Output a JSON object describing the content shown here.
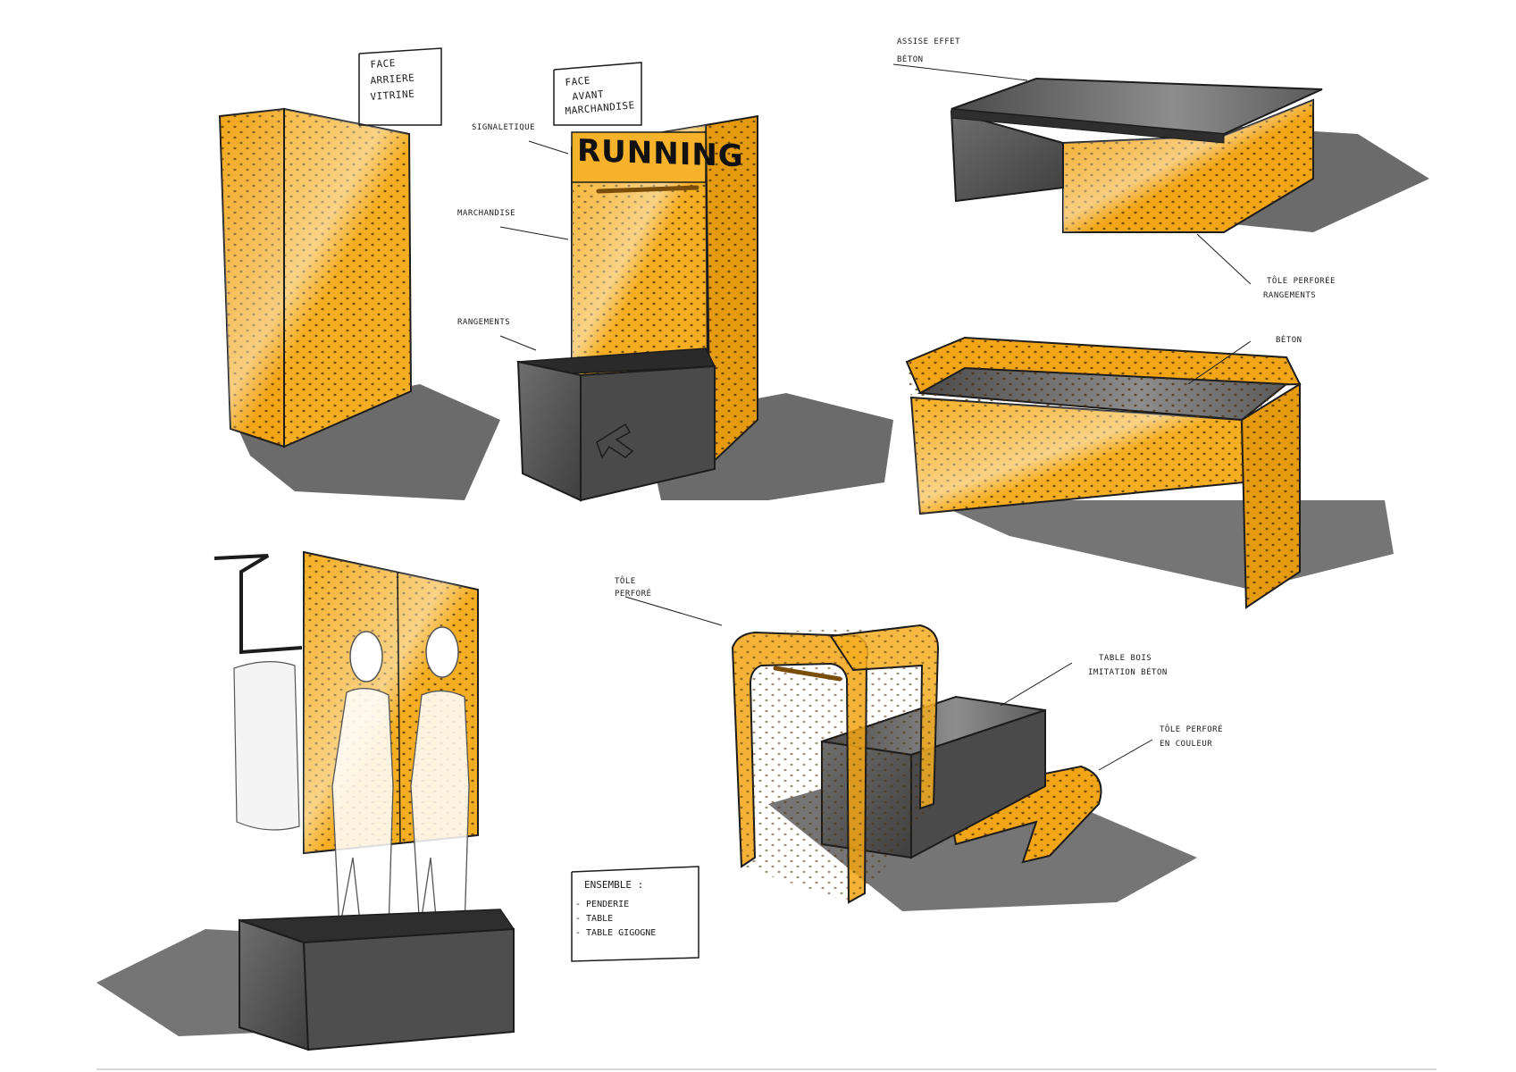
{
  "colors": {
    "orange": "#f2a516",
    "orange_dark": "#c77d08",
    "concrete": "#5b5b5b",
    "concrete_light": "#8a8a8a",
    "shadow": "#3a3a3a",
    "ink": "#1c1c1c"
  },
  "sketch1": {
    "note": [
      "FACE",
      "ARRIERE",
      "VITRINE"
    ]
  },
  "sketch2": {
    "note": [
      "FACE",
      "AVANT",
      "MARCHANDISE"
    ],
    "sign": "RUNNING",
    "label_signaletique": "SIGNALETIQUE",
    "label_marchandise": "MARCHANDISE",
    "label_rangements": "RANGEMENTS"
  },
  "sketch3": {
    "label_assise_line1": "ASSISE EFFET",
    "label_assise_line2": "BÉTON",
    "label_tole_line1": "TÔLE PERFORÉE",
    "label_tole_line2": "RANGEMENTS"
  },
  "sketch4": {
    "label_beton": "BÉTON"
  },
  "sketch6": {
    "label_tole": [
      "TÔLE",
      "PERFORÉ"
    ],
    "label_table": [
      "TABLE BOIS",
      "IMITATION BÉTON"
    ],
    "label_tole_couleur": [
      "TÔLE PERFORÉ",
      "EN COULEUR"
    ]
  },
  "ensemble": {
    "title": "ENSEMBLE :",
    "items": [
      "- PENDERIE",
      "- TABLE",
      "- TABLE GIGOGNE"
    ]
  }
}
